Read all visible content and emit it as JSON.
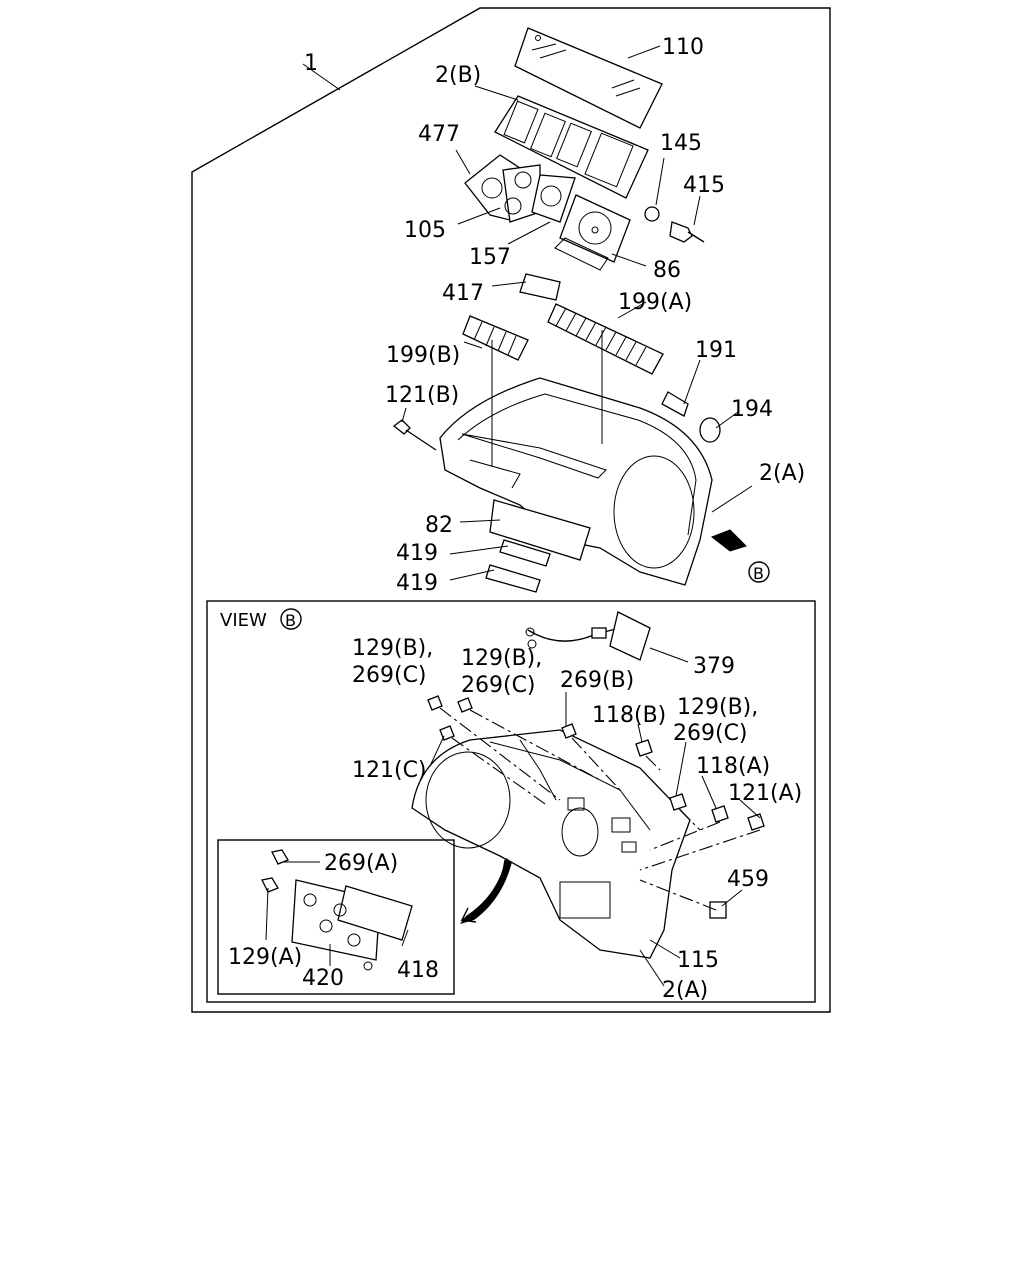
{
  "view_label": "VIEW",
  "view_marker": "B",
  "callouts": [
    "1",
    "110",
    "2(B)",
    "477",
    "145",
    "415",
    "105",
    "157",
    "86",
    "417",
    "199(A)",
    "199(B)",
    "191",
    "194",
    "121(B)",
    "2(A)",
    "82",
    "419",
    "419",
    "129(B),",
    "269(C)",
    "129(B),",
    "269(C)",
    "269(B)",
    "379",
    "118(B)",
    "129(B),",
    "269(C)",
    "118(A)",
    "121(C)",
    "121(A)",
    "269(A)",
    "459",
    "129(A)",
    "420",
    "418",
    "115",
    "2(A)"
  ]
}
